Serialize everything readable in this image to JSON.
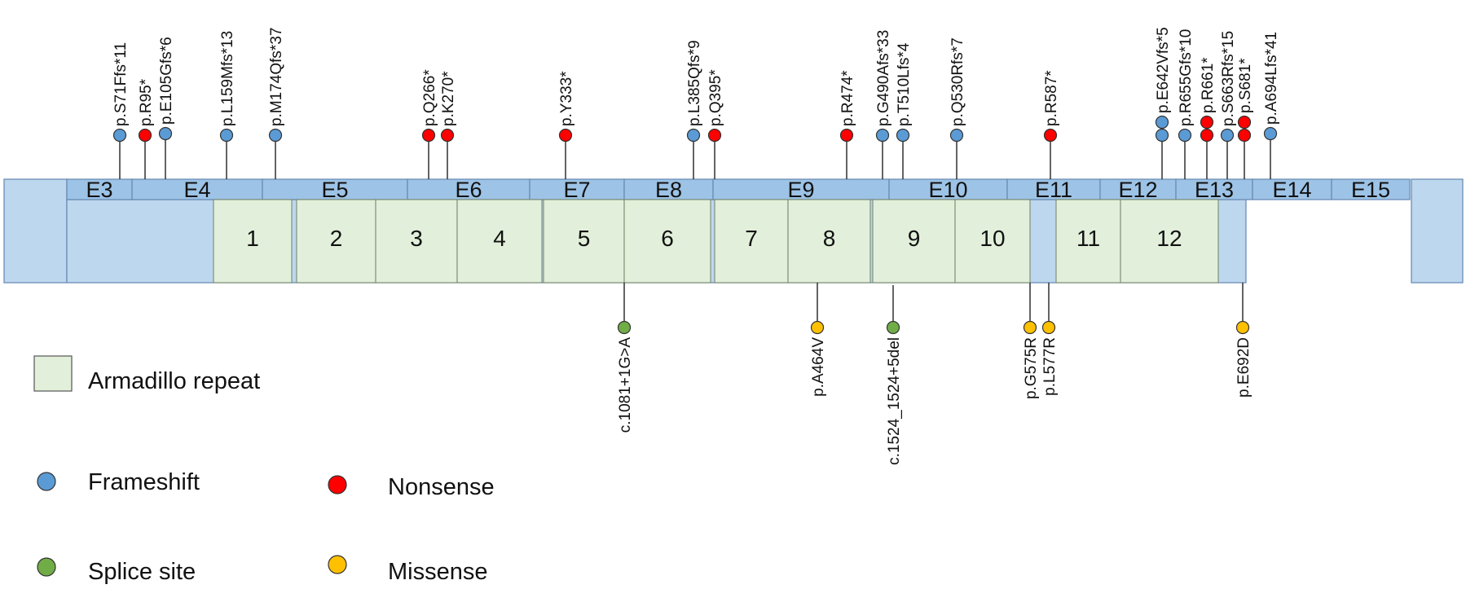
{
  "colors": {
    "protein_fill": "#bdd7ee",
    "protein_stroke": "#6b8db5",
    "exon_fill": "#9dc3e6",
    "repeat_fill": "#e2efda",
    "frameshift": "#5b9bd5",
    "nonsense": "#ff0000",
    "splice": "#70ad47",
    "missense": "#ffc000"
  },
  "exons": [
    {
      "label": "E3"
    },
    {
      "label": "E4"
    },
    {
      "label": "E5"
    },
    {
      "label": "E6"
    },
    {
      "label": "E7"
    },
    {
      "label": "E8"
    },
    {
      "label": "E9"
    },
    {
      "label": "E10"
    },
    {
      "label": "E11"
    },
    {
      "label": "E12"
    },
    {
      "label": "E13"
    },
    {
      "label": "E14"
    },
    {
      "label": "E15"
    }
  ],
  "repeats": [
    {
      "label": "1"
    },
    {
      "label": "2"
    },
    {
      "label": "3"
    },
    {
      "label": "4"
    },
    {
      "label": "5"
    },
    {
      "label": "6"
    },
    {
      "label": "7"
    },
    {
      "label": "8"
    },
    {
      "label": "9"
    },
    {
      "label": "10"
    },
    {
      "label": "11"
    },
    {
      "label": "12"
    }
  ],
  "mutations_above": [
    {
      "label": "p.S71Ffs*11",
      "type": "frameshift"
    },
    {
      "label": "p.R95*",
      "type": "nonsense"
    },
    {
      "label": "p.E105Gfs*6",
      "type": "frameshift"
    },
    {
      "label": "p.L159Mfs*13",
      "type": "frameshift"
    },
    {
      "label": "p.M174Qfs*37",
      "type": "frameshift"
    },
    {
      "label": "p.Q266*",
      "type": "nonsense"
    },
    {
      "label": "p.K270*",
      "type": "nonsense"
    },
    {
      "label": "p.Y333*",
      "type": "nonsense"
    },
    {
      "label": "p.L385Qfs*9",
      "type": "frameshift"
    },
    {
      "label": "p.Q395*",
      "type": "nonsense"
    },
    {
      "label": "p.R474*",
      "type": "nonsense"
    },
    {
      "label": "p.G490Afs*33",
      "type": "frameshift"
    },
    {
      "label": "p.T510Lfs*4",
      "type": "frameshift"
    },
    {
      "label": "p.Q530Rfs*7",
      "type": "frameshift"
    },
    {
      "label": "p.R587*",
      "type": "nonsense"
    },
    {
      "label": "p.E642Vfs*5",
      "type": "frameshift"
    },
    {
      "label": "p.R655Gfs*10",
      "type": "frameshift"
    },
    {
      "label": "p.R661*",
      "type": "nonsense"
    },
    {
      "label": "p.S663Rfs*15",
      "type": "frameshift"
    },
    {
      "label": "p.S681*",
      "type": "nonsense"
    },
    {
      "label": "p.A694Lfs*41",
      "type": "frameshift"
    }
  ],
  "mutations_below": [
    {
      "label": "c.1081+1G>A",
      "type": "splice"
    },
    {
      "label": "p.A464V",
      "type": "missense"
    },
    {
      "label": "c.1524_1524+5del",
      "type": "splice"
    },
    {
      "label": "p.G575R",
      "type": "missense"
    },
    {
      "label": "p.L577R",
      "type": "missense"
    },
    {
      "label": "p.E692D",
      "type": "missense"
    }
  ],
  "legend": {
    "repeat_label": "Armadillo repeat",
    "frameshift_label": "Frameshift",
    "nonsense_label": "Nonsense",
    "splice_label": "Splice site",
    "missense_label": "Missense"
  }
}
